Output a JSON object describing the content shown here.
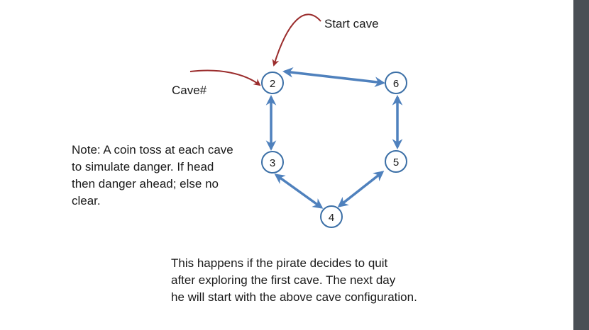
{
  "labels": {
    "start_cave": "Start cave",
    "cave_hash": "Cave#"
  },
  "nodes": [
    {
      "id": "2",
      "label": "2"
    },
    {
      "id": "6",
      "label": "6"
    },
    {
      "id": "3",
      "label": "3"
    },
    {
      "id": "5",
      "label": "5"
    },
    {
      "id": "4",
      "label": "4"
    }
  ],
  "edges": [
    {
      "from": "2",
      "to": "6",
      "bidirectional": true
    },
    {
      "from": "2",
      "to": "3",
      "bidirectional": true
    },
    {
      "from": "6",
      "to": "5",
      "bidirectional": true
    },
    {
      "from": "3",
      "to": "4",
      "bidirectional": true
    },
    {
      "from": "5",
      "to": "4",
      "bidirectional": true
    }
  ],
  "note_lines": [
    "Note: A coin toss at each cave",
    "to simulate danger. If head",
    "then danger ahead; else no",
    "clear."
  ],
  "caption_lines": [
    "This happens if the pirate decides to quit",
    "after exploring the first cave. The next day",
    "he will start with the above cave configuration."
  ],
  "colors": {
    "edge": "#4f81bd",
    "pointer": "#9b2d2d",
    "node_stroke": "#3b6fa6",
    "sidebar": "#4a4f55"
  }
}
